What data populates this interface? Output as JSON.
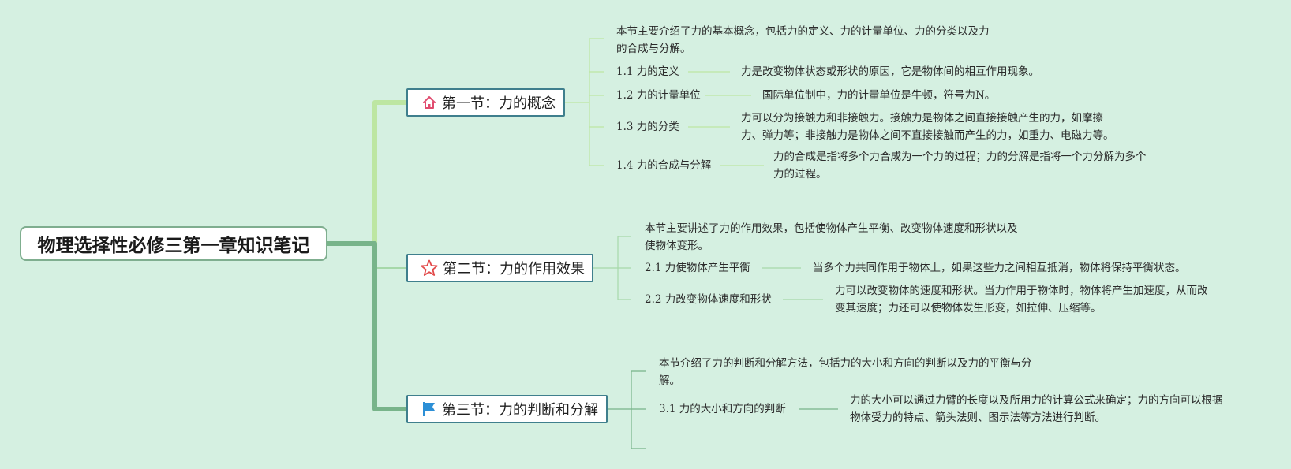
{
  "title": "物理选择性必修三第一章知识笔记",
  "sections": [
    {
      "label": "第一节：力的概念",
      "icon": "home-icon",
      "summary": [
        "本节主要介绍了力的基本概念，包括力的定义、力的计量单位、力的分类以及力",
        "的合成与分解。"
      ],
      "items": [
        {
          "label": "1.1 力的定义",
          "desc": [
            "力是改变物体状态或形状的原因，它是物体间的相互作用现象。"
          ]
        },
        {
          "label": "1.2 力的计量单位",
          "desc": [
            "国际单位制中，力的计量单位是牛顿，符号为N。"
          ]
        },
        {
          "label": "1.3 力的分类",
          "desc": [
            "力可以分为接触力和非接触力。接触力是物体之间直接接触产生的力，如摩擦",
            "力、弹力等；非接触力是物体之间不直接接触而产生的力，如重力、电磁力等。"
          ]
        },
        {
          "label": "1.4 力的合成与分解",
          "desc": [
            "力的合成是指将多个力合成为一个力的过程；力的分解是指将一个力分解为多个",
            "力的过程。"
          ]
        }
      ]
    },
    {
      "label": "第二节：力的作用效果",
      "icon": "star-icon",
      "summary": [
        "本节主要讲述了力的作用效果，包括使物体产生平衡、改变物体速度和形状以及",
        "使物体变形。"
      ],
      "items": [
        {
          "label": "2.1 力使物体产生平衡",
          "desc": [
            "当多个力共同作用于物体上，如果这些力之间相互抵消，物体将保持平衡状态。"
          ]
        },
        {
          "label": "2.2 力改变物体速度和形状",
          "desc": [
            "力可以改变物体的速度和形状。当力作用于物体时，物体将产生加速度，从而改",
            "变其速度；力还可以使物体发生形变，如拉伸、压缩等。"
          ]
        }
      ]
    },
    {
      "label": "第三节：力的判断和分解",
      "icon": "flag-icon",
      "summary": [
        "本节介绍了力的判断和分解方法，包括力的大小和方向的判断以及力的平衡与分",
        "解。"
      ],
      "items": [
        {
          "label": "3.1 力的大小和方向的判断",
          "desc": [
            "力的大小可以通过力臂的长度以及所用力的计算公式来确定；力的方向可以根据",
            "物体受力的特点、箭头法则、图示法等方法进行判断。"
          ]
        }
      ]
    }
  ],
  "colors": {
    "background": "#d5f0e1",
    "branch1": "#bde6a2",
    "branch2": "#a6d8a9",
    "branch3": "#78b48a",
    "section_border": "#3f7f8d",
    "home_icon": "#e04b6e",
    "star_icon": "#e24a4a",
    "flag_icon": "#2c8fd6"
  }
}
